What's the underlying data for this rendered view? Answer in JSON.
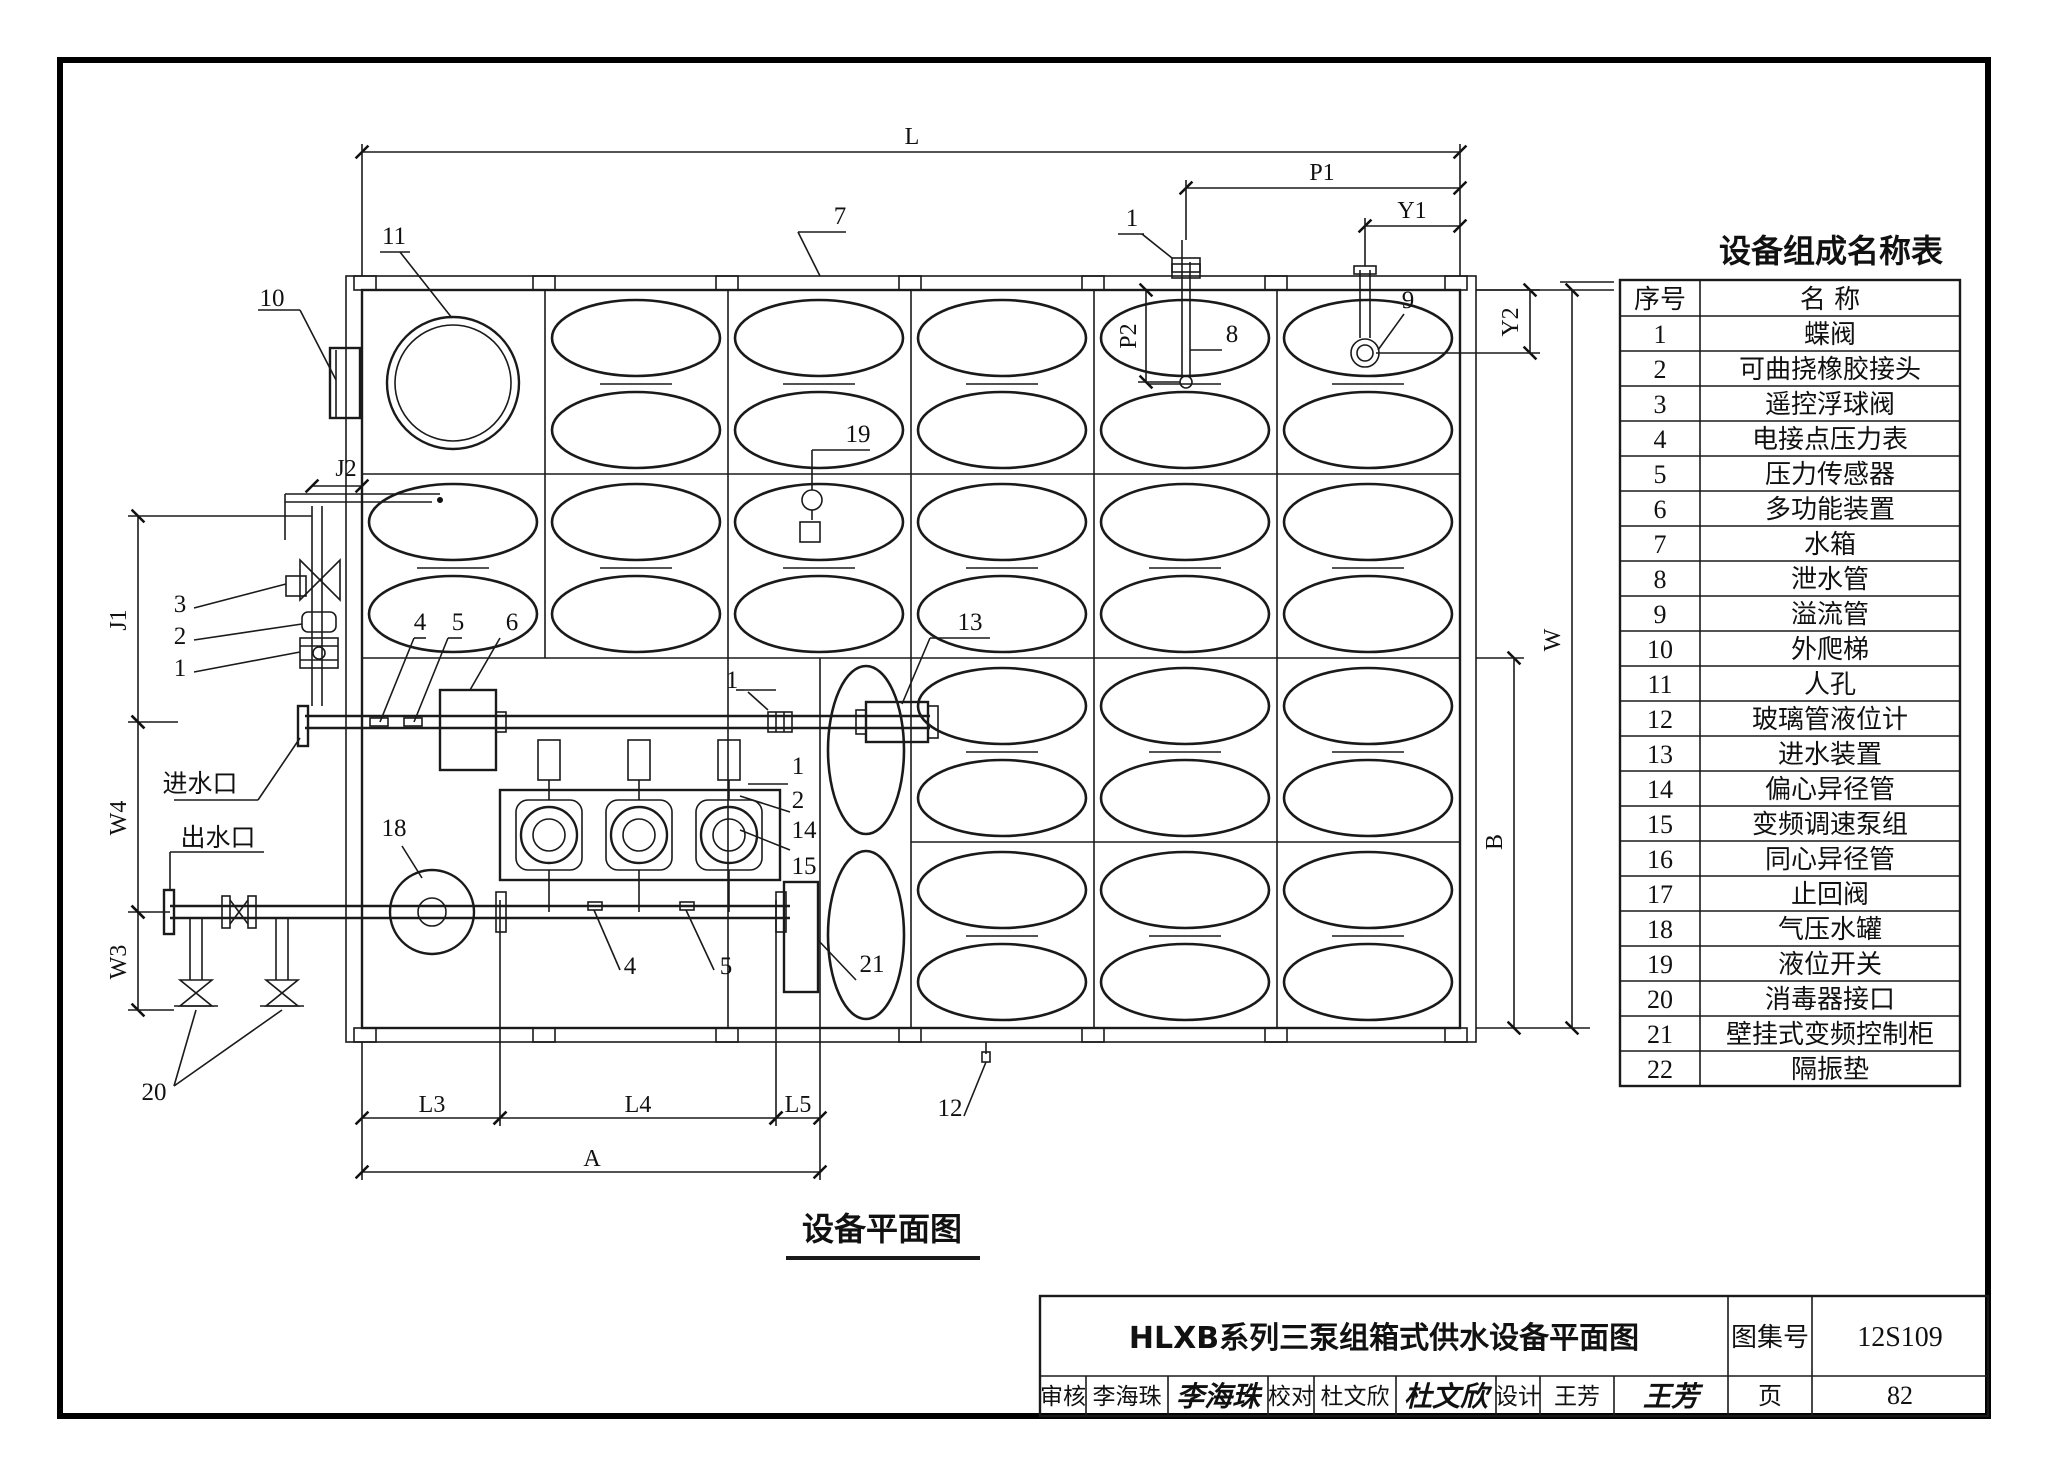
{
  "table": {
    "title": "设备组成名称表",
    "header": {
      "no": "序号",
      "name": "名  称"
    },
    "rows": [
      {
        "no": "1",
        "name": "蝶阀"
      },
      {
        "no": "2",
        "name": "可曲挠橡胶接头"
      },
      {
        "no": "3",
        "name": "遥控浮球阀"
      },
      {
        "no": "4",
        "name": "电接点压力表"
      },
      {
        "no": "5",
        "name": "压力传感器"
      },
      {
        "no": "6",
        "name": "多功能装置"
      },
      {
        "no": "7",
        "name": "水箱"
      },
      {
        "no": "8",
        "name": "泄水管"
      },
      {
        "no": "9",
        "name": "溢流管"
      },
      {
        "no": "10",
        "name": "外爬梯"
      },
      {
        "no": "11",
        "name": "人孔"
      },
      {
        "no": "12",
        "name": "玻璃管液位计"
      },
      {
        "no": "13",
        "name": "进水装置"
      },
      {
        "no": "14",
        "name": "偏心异径管"
      },
      {
        "no": "15",
        "name": "变频调速泵组"
      },
      {
        "no": "16",
        "name": "同心异径管"
      },
      {
        "no": "17",
        "name": "止回阀"
      },
      {
        "no": "18",
        "name": "气压水罐"
      },
      {
        "no": "19",
        "name": "液位开关"
      },
      {
        "no": "20",
        "name": "消毒器接口"
      },
      {
        "no": "21",
        "name": "壁挂式变频控制柜"
      },
      {
        "no": "22",
        "name": "隔振垫"
      }
    ]
  },
  "drawing": {
    "subtitle": "设备平面图",
    "dims": {
      "L": "L",
      "P1": "P1",
      "Y1": "Y1",
      "Y2": "Y2",
      "P2": "P2",
      "J2": "J2",
      "J1": "J1",
      "W": "W",
      "B": "B",
      "W4": "W4",
      "W3": "W3",
      "L3": "L3",
      "L4": "L4",
      "L5": "L5",
      "A": "A"
    },
    "ports": {
      "inlet": "进水口",
      "outlet": "出水口"
    },
    "callouts": {
      "c1a": "1",
      "c1b": "1",
      "c1c": "1",
      "c1d": "1",
      "c2a": "2",
      "c2b": "2",
      "c3": "3",
      "c4a": "4",
      "c4b": "4",
      "c5a": "5",
      "c5b": "5",
      "c6": "6",
      "c7": "7",
      "c8": "8",
      "c9": "9",
      "c10": "10",
      "c11": "11",
      "c12": "12",
      "c13": "13",
      "c14": "14",
      "c15": "15",
      "c18": "18",
      "c19": "19",
      "c20": "20",
      "c21": "21"
    }
  },
  "titleblock": {
    "title": "HLXB系列三泵组箱式供水设备平面图",
    "atlas_label": "图集号",
    "atlas_no": "12S109",
    "review_label": "审核",
    "reviewer": "李海珠",
    "reviewer_sig": "李海珠",
    "check_label": "校对",
    "checker": "杜文欣",
    "checker_sig": "杜文欣",
    "design_label": "设计",
    "designer": "王芳",
    "designer_sig": "王芳",
    "page_label": "页",
    "page_no": "82"
  }
}
